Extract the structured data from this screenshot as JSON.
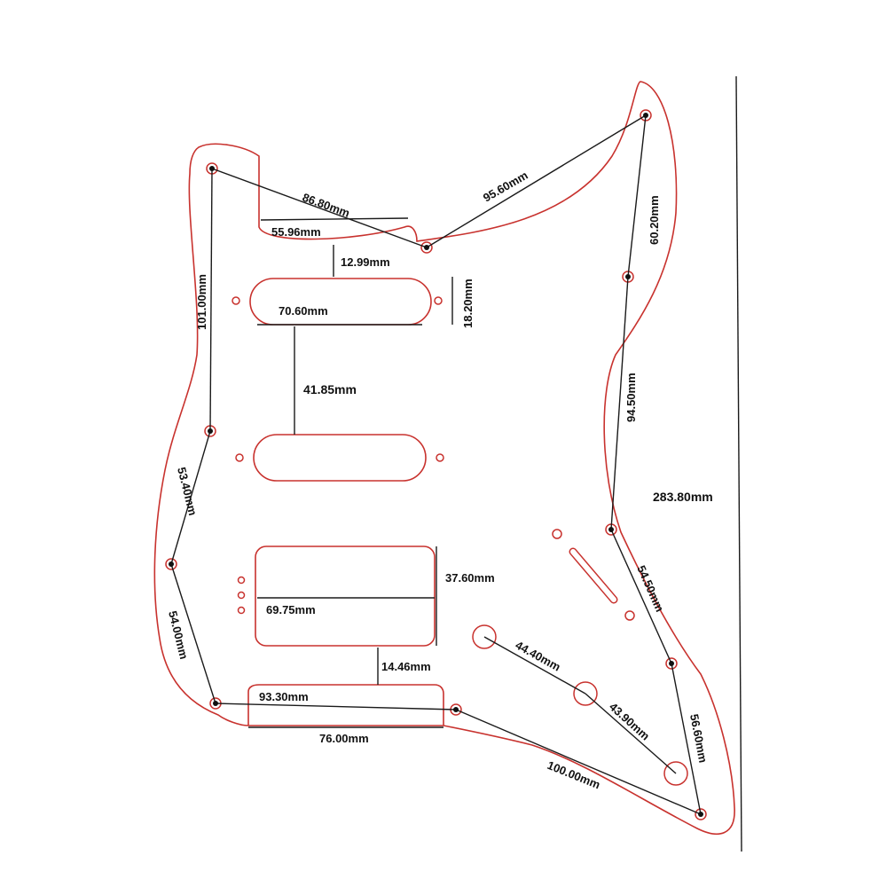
{
  "colors": {
    "outline": "#c8322e",
    "dimension": "#1a1a1a",
    "background": "#ffffff"
  },
  "dimensions": {
    "top_left_to_notch": "86.80mm",
    "notch_to_top_right": "95.60mm",
    "neck_pocket_width": "55.96mm",
    "neck_pickup_gap": "12.99mm",
    "single_coil_length": "70.60mm",
    "single_coil_width": "18.20mm",
    "left_upper_holes": "101.00mm",
    "pickup_spacing": "41.85mm",
    "right_upper_holes": "60.20mm",
    "right_middle_holes": "94.50mm",
    "overall_height": "283.80mm",
    "left_mid_holes": "53.40mm",
    "left_lower_holes": "54.00mm",
    "humbucker_width": "37.60mm",
    "humbucker_length": "69.75mm",
    "right_lower_holes": "54.50mm",
    "humbucker_gap": "14.46mm",
    "knob_spacing_1": "44.40mm",
    "knob_spacing_2": "43.90mm",
    "right_bottom_holes": "56.60mm",
    "bottom_span": "93.30mm",
    "bridge_edge_width": "76.00mm",
    "bottom_to_corner": "100.00mm"
  }
}
